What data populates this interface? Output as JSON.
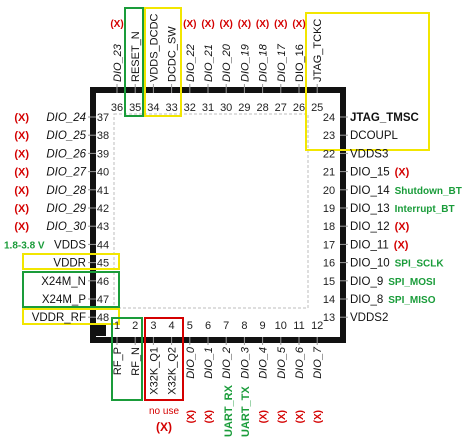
{
  "colors": {
    "red": "#d40000",
    "green": "#1a9c3a",
    "yellow": "#f2e600",
    "pin_line": "#999999",
    "dashed": "#bdbdbd",
    "frame": "#111111"
  },
  "markers": {
    "x": "(X)",
    "no_use": "no use",
    "supply_range": "1.8-3.8 V"
  },
  "pins": {
    "top": [
      {
        "num": "36",
        "label": "DIO_23",
        "status": "x",
        "italic": true
      },
      {
        "num": "35",
        "label": "RESET_N",
        "status": "",
        "italic": false
      },
      {
        "num": "34",
        "label": "VDDS_DCDC",
        "status": "",
        "italic": false
      },
      {
        "num": "33",
        "label": "DCDC_SW",
        "status": "",
        "italic": false
      },
      {
        "num": "32",
        "label": "DIO_22",
        "status": "x",
        "italic": true
      },
      {
        "num": "31",
        "label": "DIO_21",
        "status": "x",
        "italic": true
      },
      {
        "num": "30",
        "label": "DIO_20",
        "status": "x",
        "italic": true
      },
      {
        "num": "29",
        "label": "DIO_19",
        "status": "x",
        "italic": true
      },
      {
        "num": "28",
        "label": "DIO_18",
        "status": "x",
        "italic": true
      },
      {
        "num": "27",
        "label": "DIO_17",
        "status": "x",
        "italic": true
      },
      {
        "num": "26",
        "label": "DIO_16",
        "status": "x",
        "italic": false
      },
      {
        "num": "25",
        "label": "JTAG_TCKC",
        "status": "",
        "italic": false
      }
    ],
    "left": [
      {
        "num": "37",
        "label": "DIO_24",
        "status": "x",
        "note": "",
        "italic": true
      },
      {
        "num": "38",
        "label": "DIO_25",
        "status": "x",
        "note": "",
        "italic": true
      },
      {
        "num": "39",
        "label": "DIO_26",
        "status": "x",
        "note": "",
        "italic": true
      },
      {
        "num": "40",
        "label": "DIO_27",
        "status": "x",
        "note": "",
        "italic": true
      },
      {
        "num": "41",
        "label": "DIO_28",
        "status": "x",
        "note": "",
        "italic": true
      },
      {
        "num": "42",
        "label": "DIO_29",
        "status": "x",
        "note": "",
        "italic": true
      },
      {
        "num": "43",
        "label": "DIO_30",
        "status": "x",
        "note": "",
        "italic": true
      },
      {
        "num": "44",
        "label": "VDDS",
        "status": "",
        "note": "1.8-3.8 V",
        "italic": false
      },
      {
        "num": "45",
        "label": "VDDR",
        "status": "",
        "note": "",
        "italic": false
      },
      {
        "num": "46",
        "label": "X24M_N",
        "status": "",
        "note": "",
        "italic": false
      },
      {
        "num": "47",
        "label": "X24M_P",
        "status": "",
        "note": "",
        "italic": false
      },
      {
        "num": "48",
        "label": "VDDR_RF",
        "status": "",
        "note": "",
        "italic": false
      }
    ],
    "right": [
      {
        "num": "24",
        "label": "JTAG_TMSC",
        "status": "",
        "note": "",
        "bold": true
      },
      {
        "num": "23",
        "label": "DCOUPL",
        "status": "",
        "note": "",
        "bold": false
      },
      {
        "num": "22",
        "label": "VDDS3",
        "status": "",
        "note": "",
        "bold": false
      },
      {
        "num": "21",
        "label": "DIO_15",
        "status": "x",
        "note": "",
        "bold": false
      },
      {
        "num": "20",
        "label": "DIO_14",
        "status": "",
        "note": "Shutdown_BT",
        "bold": false
      },
      {
        "num": "19",
        "label": "DIO_13",
        "status": "",
        "note": "Interrupt_BT",
        "bold": false
      },
      {
        "num": "18",
        "label": "DIO_12",
        "status": "x",
        "note": "",
        "bold": false
      },
      {
        "num": "17",
        "label": "DIO_11",
        "status": "x",
        "note": "",
        "bold": false
      },
      {
        "num": "16",
        "label": "DIO_10",
        "status": "",
        "note": "SPI_SCLK",
        "bold": false
      },
      {
        "num": "15",
        "label": "DIO_9",
        "status": "",
        "note": "SPI_MOSI",
        "bold": false
      },
      {
        "num": "14",
        "label": "DIO_8",
        "status": "",
        "note": "SPI_MISO",
        "bold": false
      },
      {
        "num": "13",
        "label": "VDDS2",
        "status": "",
        "note": "",
        "bold": false
      }
    ],
    "bottom": [
      {
        "num": "1",
        "label": "RF_P",
        "status": "",
        "italic": false
      },
      {
        "num": "2",
        "label": "RF_N",
        "status": "",
        "italic": false
      },
      {
        "num": "3",
        "label": "X32K_Q1",
        "status": "",
        "italic": false
      },
      {
        "num": "4",
        "label": "X32K_Q2",
        "status": "",
        "italic": false
      },
      {
        "num": "5",
        "label": "DIO_0",
        "status": "x",
        "italic": true
      },
      {
        "num": "6",
        "label": "DIO_1",
        "status": "x",
        "italic": true
      },
      {
        "num": "7",
        "label": "DIO_2",
        "status": "",
        "italic": true
      },
      {
        "num": "8",
        "label": "DIO_3",
        "status": "",
        "italic": true
      },
      {
        "num": "9",
        "label": "DIO_4",
        "status": "x",
        "italic": true
      },
      {
        "num": "10",
        "label": "DIO_5",
        "status": "x",
        "italic": true
      },
      {
        "num": "11",
        "label": "DIO_6",
        "status": "x",
        "italic": true
      },
      {
        "num": "12",
        "label": "DIO_7",
        "status": "x",
        "italic": true
      }
    ]
  },
  "bottom_notes": {
    "no_use": "no use",
    "no_use_x": "(X)",
    "uart_rx": "UART_RX",
    "uart_tx": "UART_TX"
  }
}
